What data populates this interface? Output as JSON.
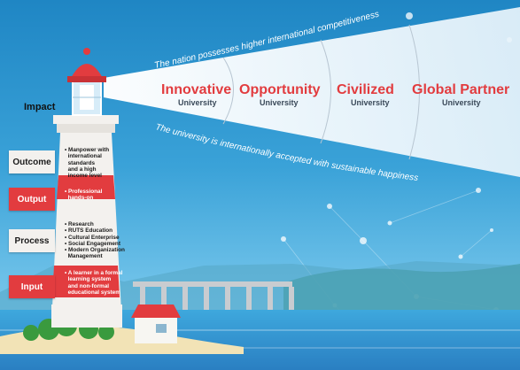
{
  "impact_label": "Impact",
  "beam": {
    "top_text": "The nation possesses higher international competitiveness",
    "bottom_text": "The university is internationally accepted with sustainable happiness",
    "stages": [
      {
        "title": "Innovative",
        "subtitle": "University"
      },
      {
        "title": "Opportunity",
        "subtitle": "University"
      },
      {
        "title": "Civilized",
        "subtitle": "University"
      },
      {
        "title": "Global Partner",
        "subtitle": "University"
      }
    ]
  },
  "rows": [
    {
      "label": "Outcome",
      "items": [
        "Manpower with",
        "international",
        "standards",
        "and a high",
        "income level"
      ]
    },
    {
      "label": "Output",
      "items": [
        "Professional",
        "hands-on"
      ]
    },
    {
      "label": "Process",
      "items": [
        "Research",
        "RUTS Education",
        "Cultural Enterprise",
        "Social Engagement",
        "Modern Organization",
        "Management"
      ]
    },
    {
      "label": "Input",
      "items": [
        "A learner in a formal",
        "learning system",
        "and non-formal",
        "educational system"
      ]
    }
  ],
  "colors": {
    "accent_red": "#e23c3f",
    "beam_title": "#e23c3f",
    "sky": "#2a93cf"
  }
}
